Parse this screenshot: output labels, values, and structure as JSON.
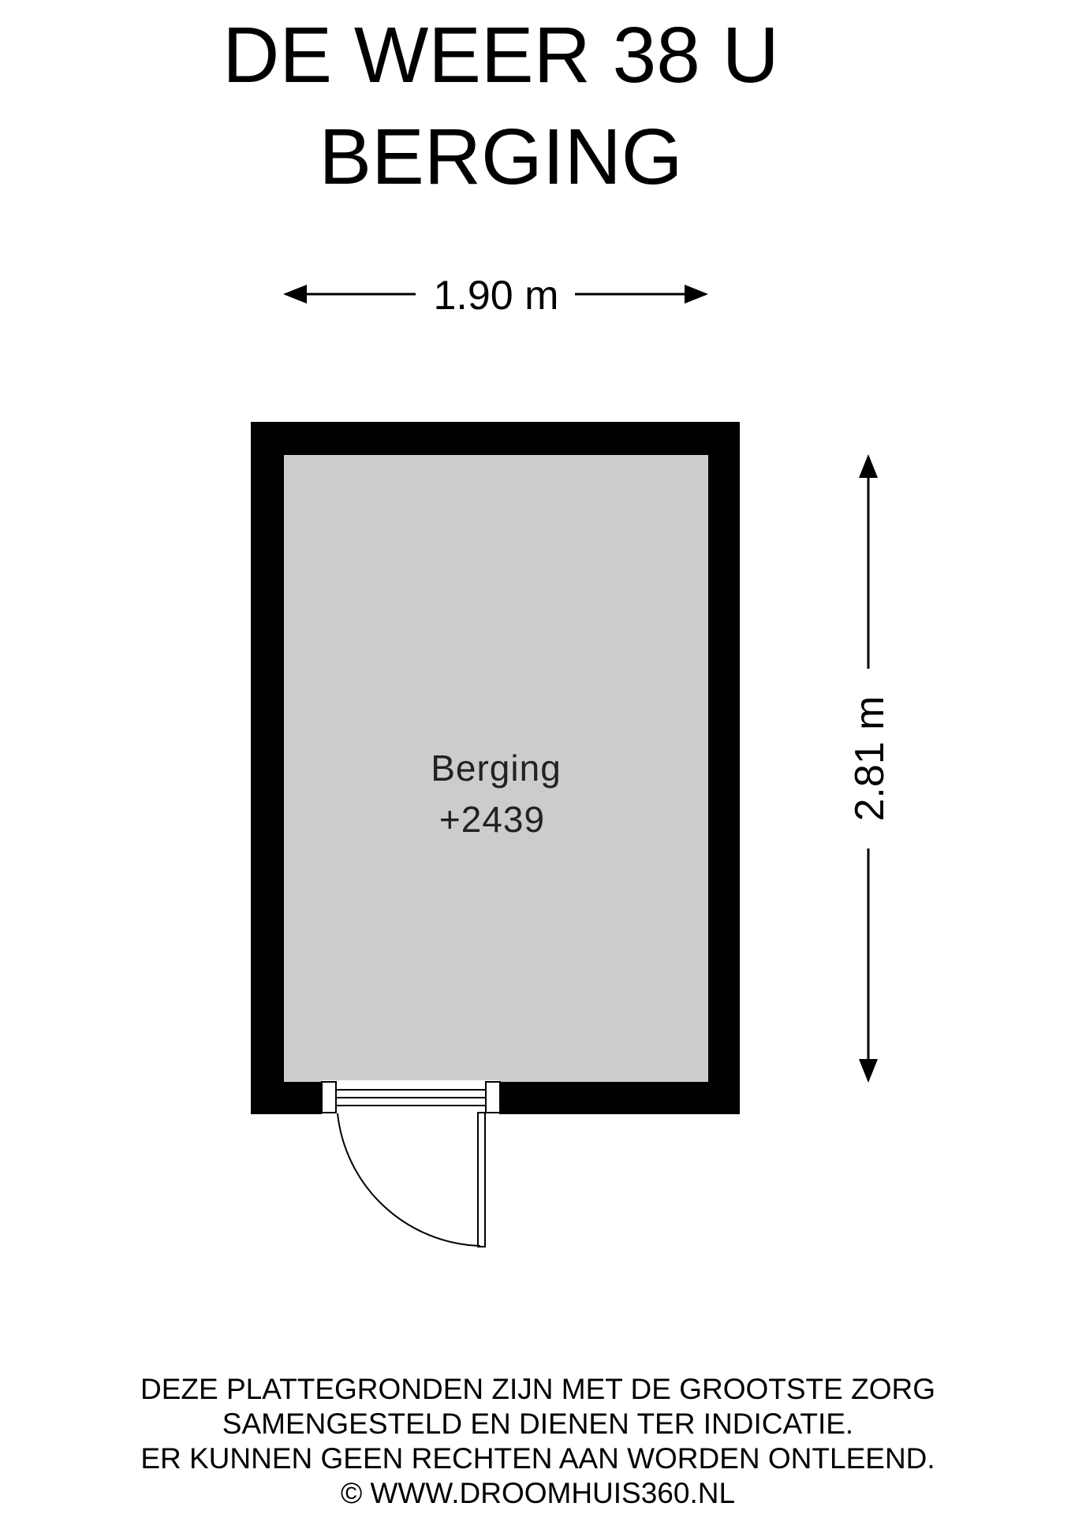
{
  "title": {
    "line1": "DE WEER 38 U",
    "line2": "BERGING"
  },
  "dimensions": {
    "width": "1.90 m",
    "height": "2.81 m"
  },
  "room": {
    "name": "Berging",
    "level": "+2439"
  },
  "disclaimer": {
    "line1": "DEZE PLATTEGRONDEN ZIJN MET DE GROOTSTE ZORG",
    "line2": "SAMENGESTELD EN DIENEN TER INDICATIE.",
    "line3": "ER KUNNEN GEEN RECHTEN AAN WORDEN ONTLEEND.",
    "copyright": "© WWW.DROOMHUIS360.NL"
  },
  "colors": {
    "wall": "#000000",
    "floor": "#cccccc",
    "background": "#ffffff"
  }
}
